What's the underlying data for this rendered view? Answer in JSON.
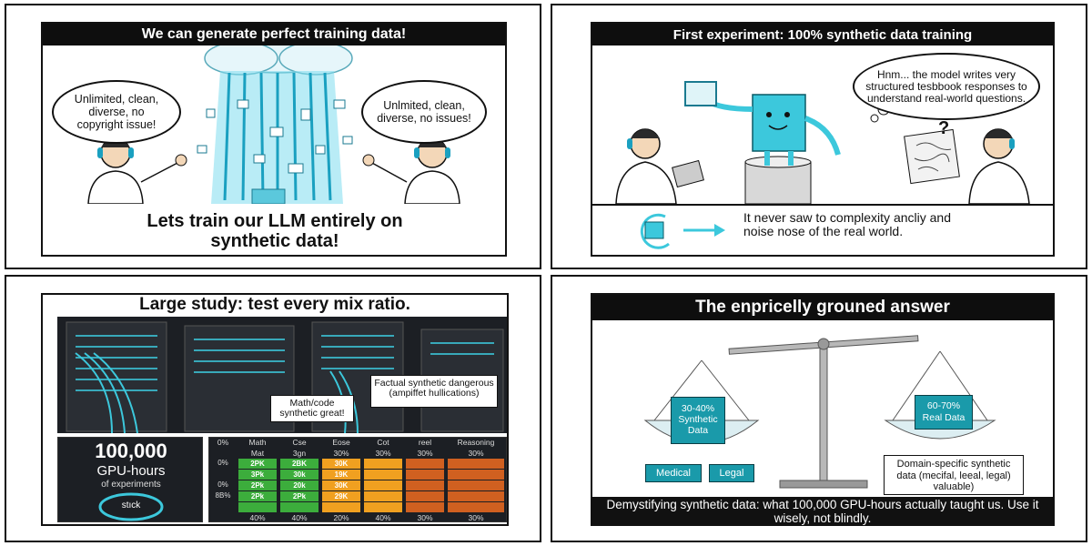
{
  "panel1": {
    "title": "We can generate perfect training data!",
    "bubble_left": "Unlimited, clean, diverse, no copyright issue!",
    "bubble_right": "Unlmited, clean, diverse, no issues!",
    "caption": "Lets train our LLM entirely on synthetic data!"
  },
  "panel2": {
    "title": "First experiment: 100% synthetic data training",
    "thought": "Hnm... the model writes very structured tesbbook responses to understand real-world questions.",
    "question_mark": "?",
    "caption": "It never saw to complexity ancliy and noise nose of the real world."
  },
  "panel3": {
    "title": "Large study: test every mix ratio.",
    "callout_factual": "Factual synthetic dangerous (ampiffet hullications)",
    "callout_math": "Math/code synthetic great!",
    "gpu_number": "100,000",
    "gpu_unit": "GPU-hours",
    "gpu_sub": "of experiments",
    "gauge_label": "stıck",
    "table": {
      "header_row": [
        "0%",
        "Math",
        "Cse",
        "Eose",
        "Cot",
        "reel",
        "Reasoning"
      ],
      "sub_row": [
        "",
        "Mat",
        "3gn",
        "30%",
        "30%",
        "30%",
        "30%"
      ],
      "rows": [
        {
          "label": "0%",
          "cells": [
            "2PK",
            "2BK",
            "30K",
            "",
            "",
            ""
          ],
          "colors": [
            "#3cad3c",
            "#3cad3c",
            "#f0a020",
            "#f0a020",
            "#d06020",
            "#d06020"
          ]
        },
        {
          "label": "",
          "cells": [
            "3Pk",
            "30k",
            "19K",
            "",
            "",
            ""
          ],
          "colors": [
            "#3cad3c",
            "#3cad3c",
            "#f0a020",
            "#f0a020",
            "#d06020",
            "#d06020"
          ]
        },
        {
          "label": "0%",
          "cells": [
            "2Pk",
            "20k",
            "30K",
            "",
            "",
            ""
          ],
          "colors": [
            "#3cad3c",
            "#3cad3c",
            "#f0a020",
            "#f0a020",
            "#d06020",
            "#d06020"
          ]
        },
        {
          "label": "8B%",
          "cells": [
            "2Pk",
            "2Pk",
            "29K",
            "",
            "",
            ""
          ],
          "colors": [
            "#3cad3c",
            "#3cad3c",
            "#f0a020",
            "#f0a020",
            "#d06020",
            "#d06020"
          ]
        },
        {
          "label": "",
          "cells": [
            "",
            "",
            "",
            "",
            "",
            ""
          ],
          "colors": [
            "#3cad3c",
            "#3cad3c",
            "#f0a020",
            "#f0a020",
            "#d06020",
            "#d06020"
          ]
        }
      ],
      "footer_row": [
        "",
        "40%",
        "40%",
        "20%",
        "40%",
        "30%",
        "30%"
      ]
    }
  },
  "panel4": {
    "title": "The enpricelly grouned answer",
    "left_pan_value": "30-40%",
    "left_pan_label": "Synthetic Data",
    "right_pan_value": "60-70%",
    "right_pan_label": "Real Data",
    "tag_medical": "Medical",
    "tag_legal": "Legal",
    "note": "Domain-specific synthetic data (mecifal, leeal, legal) valuable)",
    "footer": "Demystifying synthetic data: what 100,000 GPU-hours actually taught us. Use it wisely, not blindly."
  },
  "colors": {
    "accent": "#3cc8dc",
    "dark": "#0e0e0e",
    "teal": "#1a9aaa"
  }
}
